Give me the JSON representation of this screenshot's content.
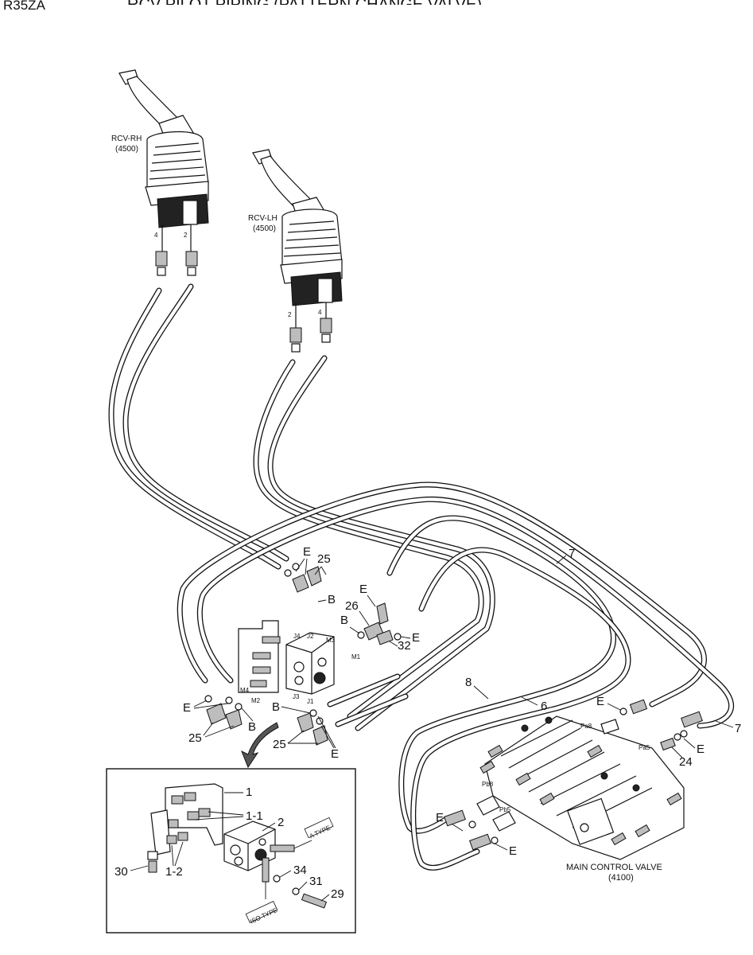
{
  "header": {
    "model": "R35ZA",
    "title": "RCV PILOT PIPING (PATTERN CHANGE VALVE)"
  },
  "components": {
    "rcv_rh": {
      "name": "RCV-RH",
      "code": "(4500)",
      "port_left": "4",
      "port_right": "2"
    },
    "rcv_lh": {
      "name": "RCV-LH",
      "code": "(4500)",
      "port_left": "2",
      "port_right": "4"
    },
    "main_valve": {
      "name": "MAIN CONTROL VALVE",
      "code": "(4100)"
    },
    "ports": {
      "j1": "J1",
      "j2": "J2",
      "j3": "J3",
      "j4": "J4",
      "m1": "M1",
      "m2": "M2",
      "m3": "M3",
      "m4": "M4",
      "pa5": "Pa5",
      "pa8": "Pa8",
      "pb5": "Pb5",
      "pb8": "Pb8"
    }
  },
  "callouts": {
    "e": "E",
    "b": "B",
    "n25": "25",
    "n26": "26",
    "n32": "32",
    "n7": "7",
    "n8": "8",
    "n6": "6",
    "n24": "24"
  },
  "detail": {
    "n1": "1",
    "n1_1": "1-1",
    "n1_2": "1-2",
    "n2": "2",
    "n30": "30",
    "n34": "34",
    "n31": "31",
    "n29": "29",
    "a_type": "A TYPE",
    "iso_type": "ISO TYPE"
  }
}
